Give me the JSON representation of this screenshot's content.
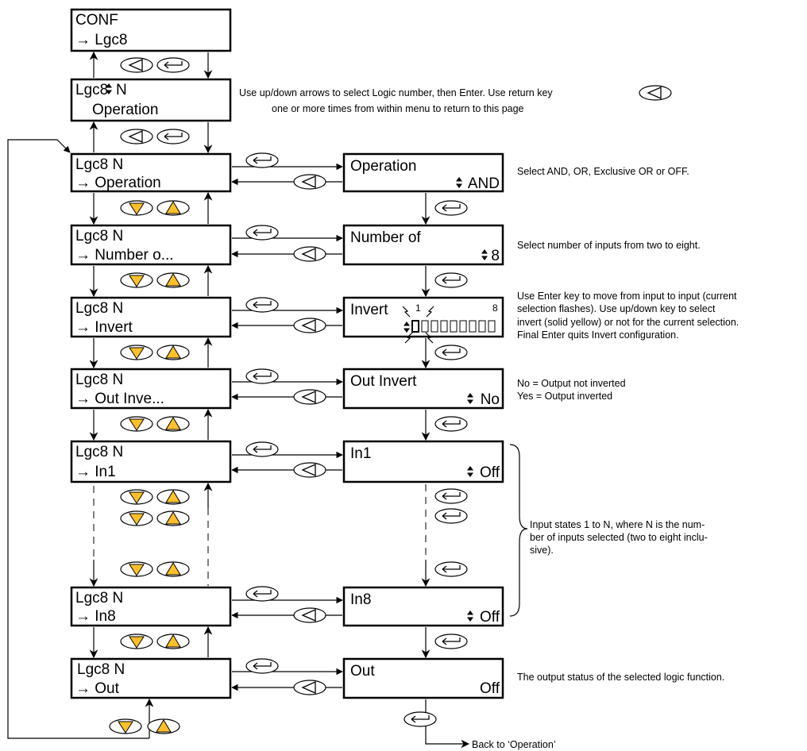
{
  "screens": {
    "conf": {
      "line1": "CONF",
      "line2": "→ Lgc8"
    },
    "select": {
      "line1": "Lgc8",
      "line1b": "N",
      "line2": "Operation"
    },
    "operation": {
      "line1": "Lgc8 N",
      "line2": "→ Operation"
    },
    "number": {
      "line1": "Lgc8 N",
      "line2": "→ Number o..."
    },
    "invert": {
      "line1": "Lgc8 N",
      "line2": "→ Invert"
    },
    "outinvert": {
      "line1": "Lgc8 N",
      "line2": "→ Out Inve..."
    },
    "in1": {
      "line1": "Lgc8 N",
      "line2": "→ In1"
    },
    "in8": {
      "line1": "Lgc8 N",
      "line2": "→ In8"
    },
    "out": {
      "line1": "Lgc8 N",
      "line2": "→ Out"
    }
  },
  "values": {
    "operation": {
      "title": "Operation",
      "value": "AND"
    },
    "number": {
      "title": "Number of",
      "value": "8"
    },
    "invert": {
      "title": "Invert",
      "first": "1",
      "last": "8"
    },
    "outinvert": {
      "title": "Out Invert",
      "value": "No"
    },
    "in1": {
      "title": "In1",
      "value": "Off"
    },
    "in8": {
      "title": "In8",
      "value": "Off"
    },
    "out": {
      "title": "Out",
      "value": "Off"
    }
  },
  "notes": {
    "select_a": "Use up/down arrows to select Logic number, then Enter. Use return key",
    "select_b": "one or more times from within menu to return to this page",
    "operation": "Select AND, OR, Exclusive OR or OFF.",
    "number": "Select number of inputs from two to eight.",
    "invert": [
      "Use Enter key to move from input to input (current",
      "selection flashes). Use up/down key to select",
      "invert (solid yellow) or not for the current selection.",
      "Final Enter quits Invert configuration."
    ],
    "outinvert": [
      "No = Output not inverted",
      "Yes = Output inverted"
    ],
    "inputs": [
      "Input states 1 to N, where N is the num-",
      "ber of inputs selected (two to eight inclu-",
      "sive)."
    ],
    "out": "The output status of the selected logic function.",
    "back": "Back to ‘Operation’"
  },
  "colors": {
    "up_down_key": "#ffc02a",
    "screen_border": "#000000"
  },
  "icons": {
    "enter_key": "enter-arrow-icon",
    "return_key": "back-triangle-icon",
    "down_key": "down-triangle-icon",
    "up_key": "up-triangle-icon",
    "updown": "up-down-arrows-icon"
  }
}
